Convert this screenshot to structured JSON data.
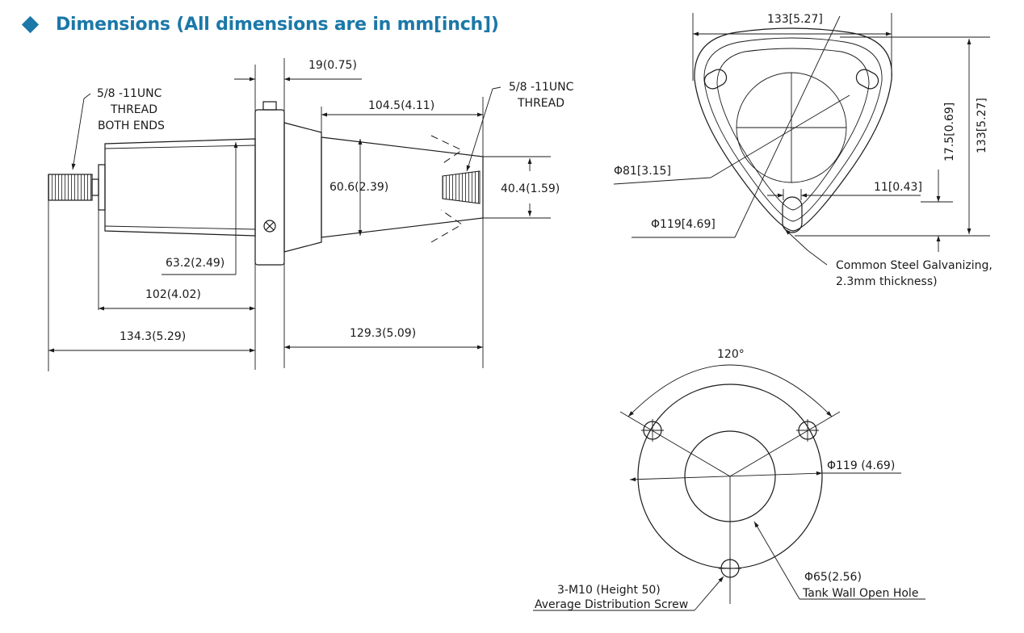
{
  "header": {
    "title": "Dimensions (All dimensions are in mm[inch])",
    "bullet_icon": "diamond-icon",
    "accent": "#1b78a8"
  },
  "side_view": {
    "thread_left_1": "5/8 -11UNC",
    "thread_left_2": "THREAD",
    "thread_left_3": "BOTH ENDS",
    "thread_right_1": "5/8 -11UNC",
    "thread_right_2": "THREAD",
    "dim_flange": "19(0.75)",
    "dim_cone_length": "104.5(4.11)",
    "dim_cone_dia": "60.6(2.39)",
    "dim_tip_dia": "40.4(1.59)",
    "dim_body_dia": "63.2(2.49)",
    "dim_body_length": "102(4.02)",
    "dim_rear_total": "134.3(5.29)",
    "dim_front_total": "129.3(5.09)"
  },
  "top_view": {
    "dim_width": "133[5.27]",
    "dim_height": "133[5.27]",
    "dim_offset": "17.5[0.69]",
    "dim_hole_inner": "Φ81[3.15]",
    "dim_slot": "11[0.43]",
    "dim_hole_outer": "Φ119[4.69]",
    "material_1": "Common Steel Galvanizing,",
    "material_2": "2.3mm thickness)"
  },
  "bolt_pattern": {
    "angle": "120°",
    "dim_bolt_circle": "Φ119  (4.69)",
    "dim_open_hole": "Φ65(2.56)",
    "open_hole_label": "Tank Wall Open Hole",
    "screw_1": "3-M10 (Height 50)",
    "screw_2": "Average Distribution Screw"
  }
}
